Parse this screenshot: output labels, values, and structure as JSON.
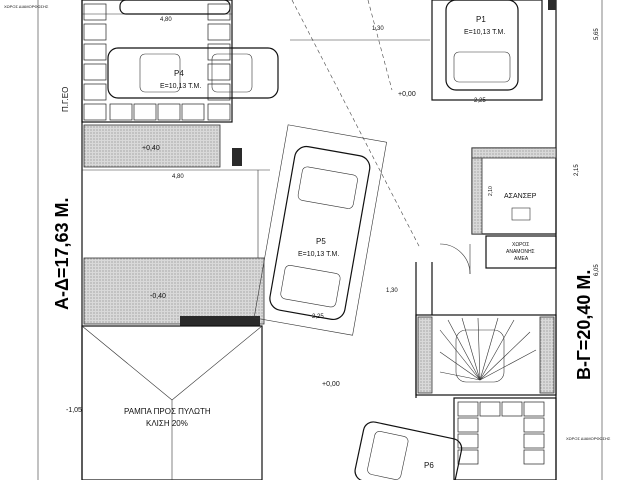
{
  "labels": {
    "parking_p1_name": "P1",
    "parking_p1_area": "E=10,13 T.M.",
    "parking_p4_name": "P4",
    "parking_p4_area": "E=10,13 T.M.",
    "parking_p5_name": "P5",
    "parking_p5_area": "E=10,13 T.M.",
    "parking_p6_name": "P6",
    "level_upper": "+0,00",
    "level_center": "+0,00",
    "level_strip_top": "+0,40",
    "level_strip_mid": "-0,40",
    "level_left": "-1,05",
    "ramp_line1": "ΡΑΜΠΑ ΠΡΟΣ ΠΥΛΩΤΗ",
    "ramp_line2": "ΚΛΙΣΗ 20%",
    "elevator": "ΑΣΑΝΣΕΡ",
    "elevator_lobby_line1": "ΧΩΡΟΣ",
    "elevator_lobby_line2": "ΑΝΑΜΟΝΗΣ",
    "elevator_lobby_line3": "ΑΜΕΑ",
    "pilotis_label": "Π.Γ.ΕΟ",
    "side_left": "Α-Δ=17,63 Μ.",
    "side_right": "Β-Γ=20,40 Μ.",
    "dim_1_30_top": "1,30",
    "dim_1_30_mid": "1,30",
    "dim_2_25": "2,25",
    "dim_2_25_p5": "2,25",
    "dim_4_80_top": "4,80",
    "dim_4_80": "4,80",
    "dim_5_65": "5,65",
    "dim_6_05": "6,05",
    "dim_2_10_top": "2,10",
    "dim_2_15": "2,15",
    "note_top_left": "ΧΩΡΟΣ ΔΙΑΜΟΡΦΩΣΗΣ",
    "note_bottom_right": "ΧΩΡΟΣ ΔΙΑΜΟΡΦΩΣΗΣ"
  },
  "colors": {
    "line": "#111111",
    "hatch": "#9a9a9a",
    "background": "#ffffff"
  }
}
